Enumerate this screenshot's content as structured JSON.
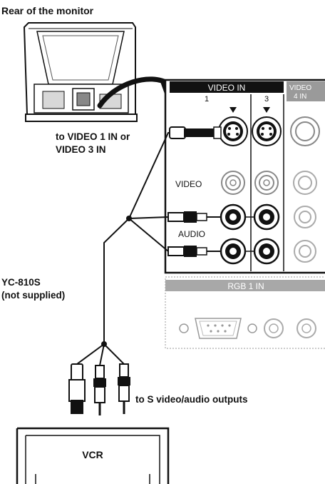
{
  "labels": {
    "rear_monitor": "Rear of the monitor",
    "to_video_line1": "to VIDEO 1 IN or",
    "to_video_line2": "VIDEO 3 IN",
    "cable_model": "YC-810S",
    "cable_note": "(not supplied)",
    "to_outputs": "to S video/audio outputs",
    "vcr": "VCR"
  },
  "panel": {
    "video_in_header": "VIDEO IN",
    "col1": "1",
    "col3": "3",
    "video_label": "VIDEO",
    "audio_label": "AUDIO",
    "rgb_header": "RGB 1 IN",
    "partial_header_line1": "VIDEO",
    "partial_header_line2": "4 IN"
  }
}
